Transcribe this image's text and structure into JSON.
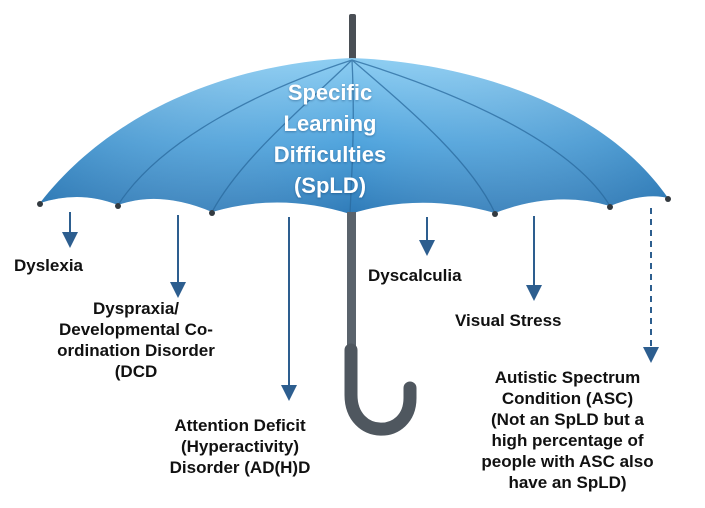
{
  "umbrella": {
    "title_lines": [
      "Specific",
      "Learning",
      "Difficulties",
      "(SpLD)"
    ],
    "colors": {
      "canopy_light": "#7fc2ec",
      "canopy_mid": "#4a9fd8",
      "canopy_dark": "#2a6fa8",
      "arrow": "#2d5e8f",
      "handle": "#505a63"
    }
  },
  "conditions": [
    {
      "lines": [
        "Dyslexia"
      ]
    },
    {
      "lines": [
        "Dyspraxia/",
        "Developmental Co-",
        "ordination Disorder",
        "(DCD"
      ]
    },
    {
      "lines": [
        "Attention Deficit",
        "(Hyperactivity)",
        "Disorder (AD(H)D"
      ]
    },
    {
      "lines": [
        "Dyscalculia"
      ]
    },
    {
      "lines": [
        "Visual Stress"
      ]
    },
    {
      "lines": [
        "Autistic Spectrum",
        "Condition (ASC)",
        "(Not an SpLD but a",
        "high percentage of",
        "people with ASC also",
        "have an SpLD)"
      ],
      "arrow_style": "dashed"
    }
  ]
}
